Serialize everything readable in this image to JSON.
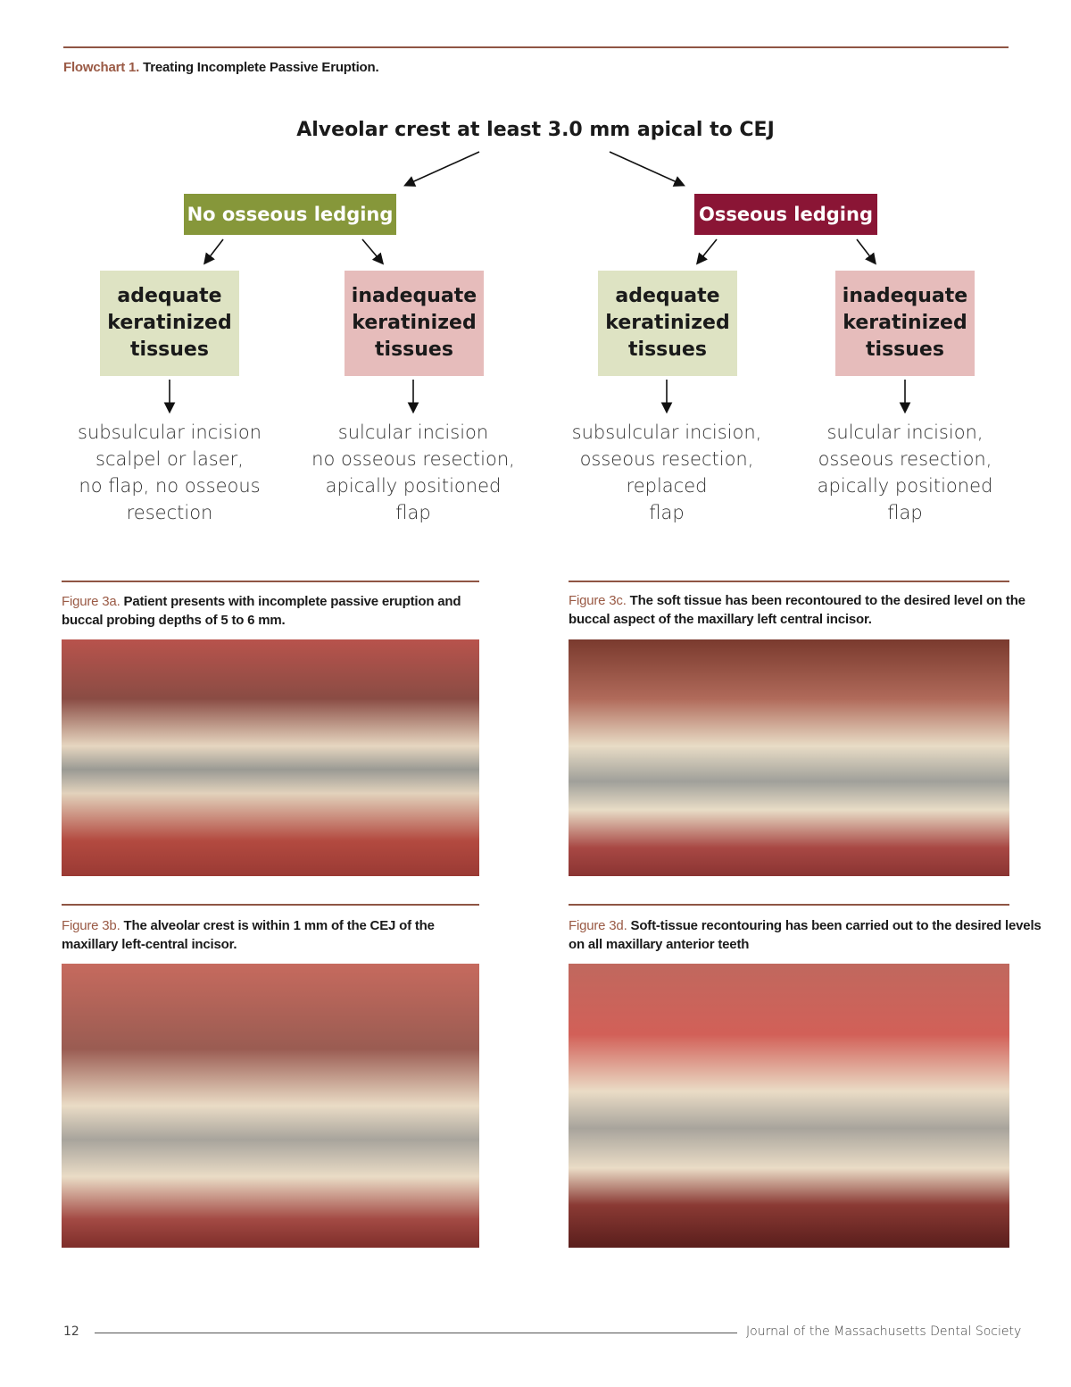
{
  "flowchart": {
    "label": "Flowchart 1.",
    "title": "Treating Incomplete Passive Eruption.",
    "root": "Alveolar crest at least 3.0 mm apical to CEJ",
    "left_header": "No osseous ledging",
    "right_header": "Osseous ledging",
    "colors": {
      "green": "#86973a",
      "maroon": "#8a1535",
      "light_green": "#dee3c3",
      "pink": "#e6bcbb"
    },
    "boxes": [
      {
        "lines": [
          "adequate",
          "keratinized",
          "tissues"
        ],
        "outcome": [
          "subsulcular incision",
          "scalpel or laser,",
          "no flap, no osseous",
          "resection"
        ]
      },
      {
        "lines": [
          "inadequate",
          "keratinized",
          "tissues"
        ],
        "outcome": [
          "sulcular incision",
          "no osseous resection,",
          "apically positioned",
          "flap"
        ]
      },
      {
        "lines": [
          "adequate",
          "keratinized",
          "tissues"
        ],
        "outcome": [
          "subsulcular incision,",
          "osseous resection,",
          "replaced",
          "flap"
        ]
      },
      {
        "lines": [
          "inadequate",
          "keratinized",
          "tissues"
        ],
        "outcome": [
          "sulcular incision,",
          "osseous resection,",
          "apically positioned",
          "flap"
        ]
      }
    ]
  },
  "figures": [
    {
      "label": "Figure 3a.",
      "text": "Patient presents with incomplete passive eruption and buccal probing depths of 5 to 6 mm."
    },
    {
      "label": "Figure 3b.",
      "text": "The alveolar crest is within 1 mm of the CEJ of the maxillary left-central incisor."
    },
    {
      "label": "Figure 3c.",
      "text": "The soft tissue has been recontoured to the desired level on the buccal aspect of the maxillary left central incisor."
    },
    {
      "label": "Figure 3d.",
      "text": "Soft-tissue recontouring has been carried out to the desired levels on all maxillary anterior teeth"
    }
  ],
  "footer": {
    "page": "12",
    "journal": "Journal of the Massachusetts Dental Society"
  }
}
